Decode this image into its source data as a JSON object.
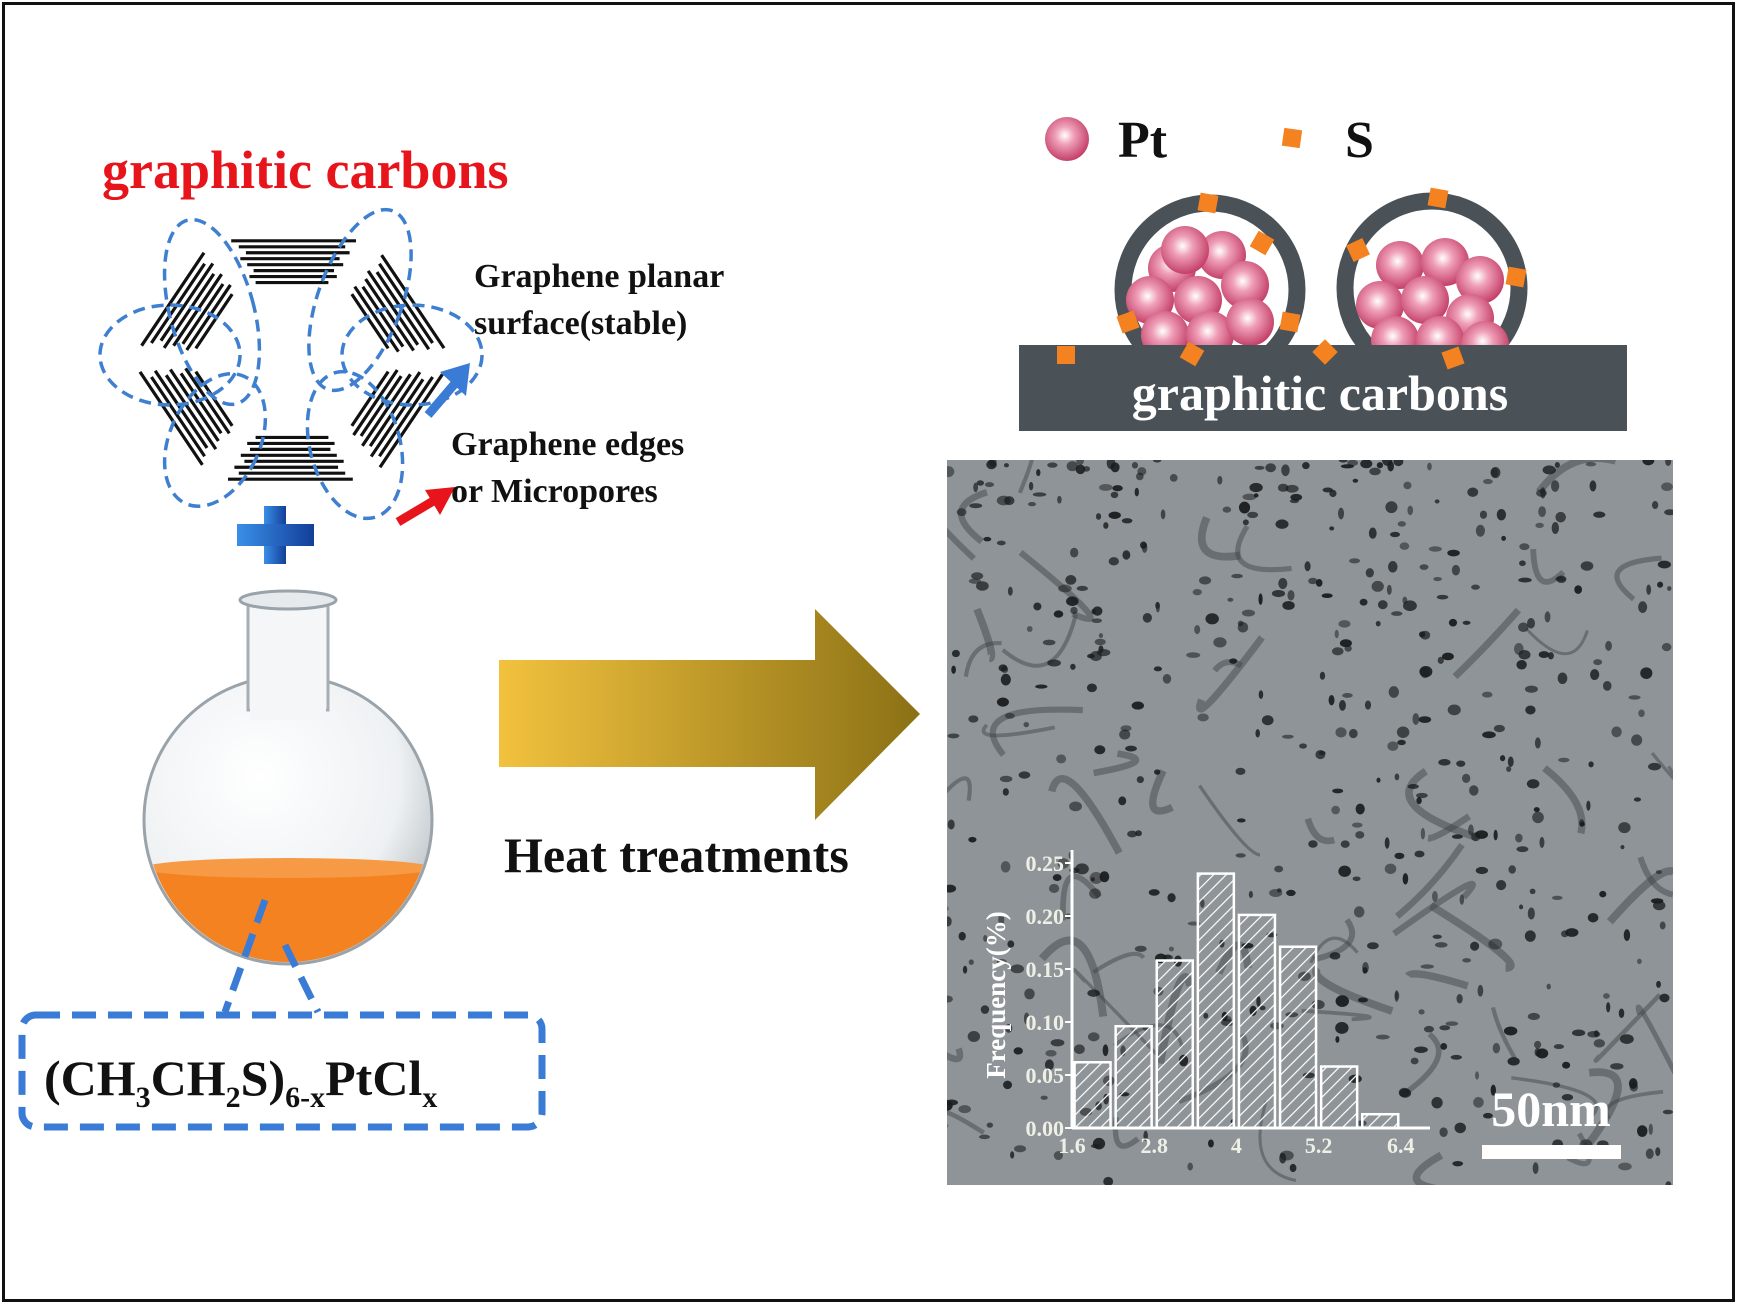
{
  "left_panel": {
    "title": "graphitic carbons",
    "planar_label": [
      "Graphene planar",
      "surface(stable)"
    ],
    "edges_label": [
      "Graphene edges",
      "or Micropores"
    ],
    "precursor": {
      "base": "(CH",
      "sub1": "3",
      "mid": "CH",
      "sub2": "2",
      "s": "S)",
      "sub3": "6-x",
      "pt": "PtCl",
      "sub4": "x"
    }
  },
  "process": {
    "label": "Heat treatments"
  },
  "legend": {
    "pt_label": "Pt",
    "s_label": "S"
  },
  "schematic": {
    "support_label": "graphitic carbons"
  },
  "tem": {
    "scale_bar_label": "50nm"
  },
  "colors": {
    "title_red": "#e8141c",
    "blue": "#3a7bd5",
    "orange": "#f58220",
    "support": "#4a5257",
    "arrow_start": "#f2c23e",
    "arrow_end": "#8b7115"
  },
  "chart_data": {
    "type": "bar",
    "title": "",
    "xlabel": "",
    "ylabel": "Frequency(%)",
    "x": [
      1.9,
      2.5,
      3.1,
      3.7,
      4.3,
      4.9,
      5.5,
      6.1
    ],
    "values": [
      0.062,
      0.096,
      0.158,
      0.24,
      0.201,
      0.171,
      0.058,
      0.013
    ],
    "xticks": [
      "1.6",
      "2.8",
      "4",
      "5.2",
      "6.4"
    ],
    "xtick_values": [
      1.6,
      2.8,
      4.0,
      5.2,
      6.4
    ],
    "yticks": [
      "0.00",
      "0.05",
      "0.10",
      "0.15",
      "0.20",
      "0.25"
    ],
    "ytick_values": [
      0,
      0.05,
      0.1,
      0.15,
      0.2,
      0.25
    ],
    "xlim": [
      1.6,
      6.5
    ],
    "ylim": [
      0,
      0.27
    ],
    "grid": false
  }
}
